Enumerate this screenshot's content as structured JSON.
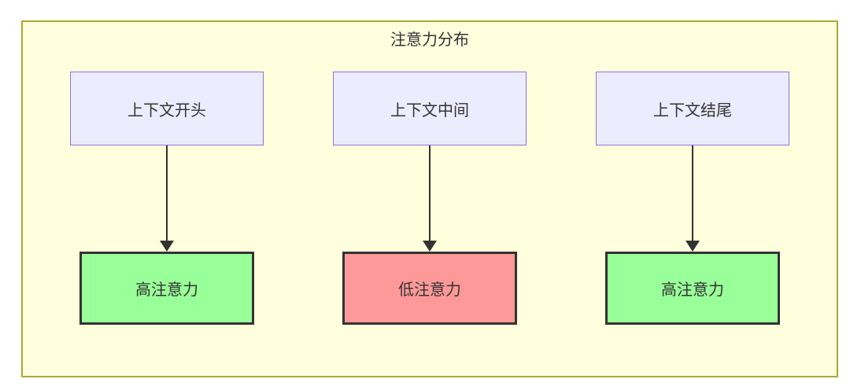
{
  "diagram": {
    "title": "注意力分布",
    "type": "flowchart-top-down",
    "columns": [
      {
        "source": "上下文开头",
        "result": "高注意力",
        "attention_level": "high"
      },
      {
        "source": "上下文中间",
        "result": "低注意力",
        "attention_level": "low"
      },
      {
        "source": "上下文结尾",
        "result": "高注意力",
        "attention_level": "high"
      }
    ],
    "colors": {
      "container_fill": "#ffffde",
      "container_border": "#aaaa33",
      "source_node_fill": "#ececff",
      "source_node_border": "#9370db",
      "high_attention_fill": "#99ff99",
      "low_attention_fill": "#ff9999",
      "result_node_border": "#333333",
      "arrow": "#333333",
      "text": "#333333"
    }
  }
}
